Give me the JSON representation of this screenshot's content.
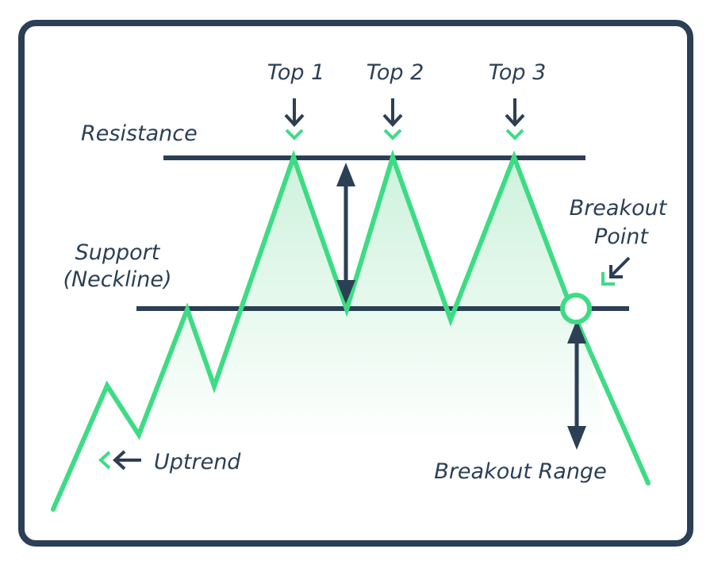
{
  "labels": {
    "top1": "Top 1",
    "top2": "Top 2",
    "top3": "Top 3",
    "resistance": "Resistance",
    "support_line1": "Support",
    "support_line2": "(Neckline)",
    "breakout_point_line1": "Breakout",
    "breakout_point_line2": "Point",
    "uptrend": "Uptrend",
    "breakout_range": "Breakout Range"
  },
  "colors": {
    "price_line": "#3ddc84",
    "dark_lines": "#2b3f55",
    "frame": "#2b3f55",
    "fill": "#e3f8ec"
  },
  "icons": {
    "top_markers": "down-arrow-icon",
    "breakout_pointer": "diagonal-arrow-icon",
    "uptrend_pointer": "left-arrow-icon",
    "breakout_marker": "circle-marker-icon"
  }
}
